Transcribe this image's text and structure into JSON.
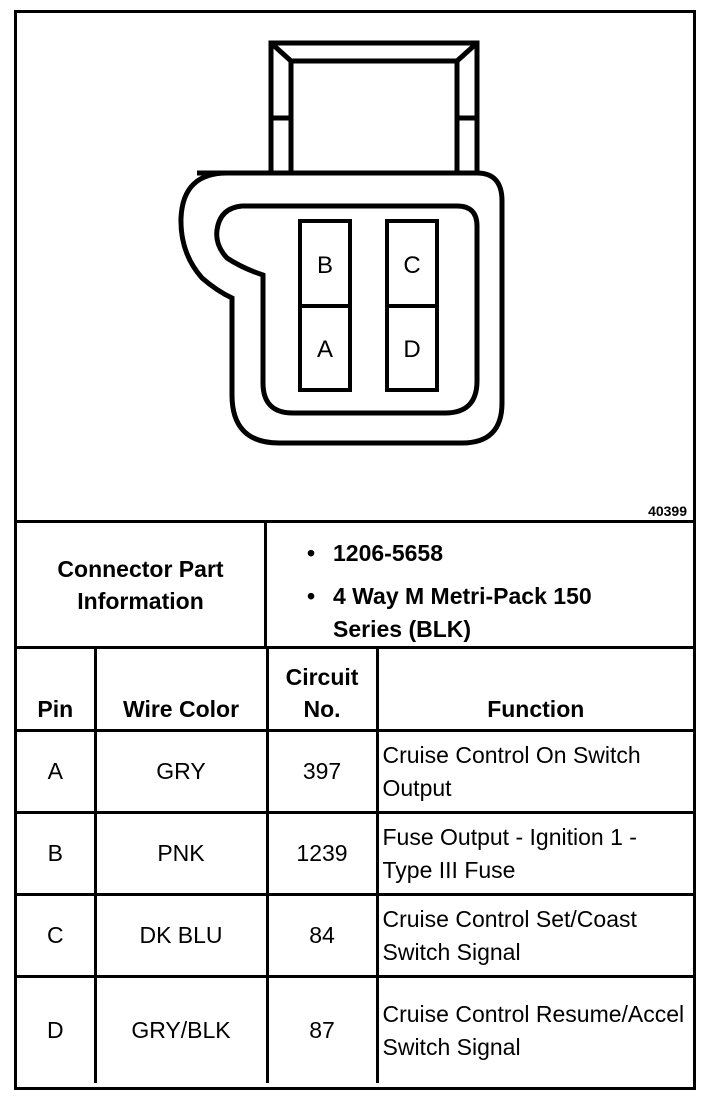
{
  "figure_number": "40399",
  "pins_drawn": [
    "B",
    "C",
    "A",
    "D"
  ],
  "connector_info": {
    "label": "Connector Part Information",
    "items": [
      "1206-5658",
      "4 Way M Metri-Pack 150 Series (BLK)"
    ]
  },
  "table": {
    "headers": [
      "Pin",
      "Wire Color",
      "Circuit No.",
      "Function"
    ],
    "rows": [
      {
        "pin": "A",
        "color": "GRY",
        "circuit": "397",
        "function": "Cruise Control On Switch Output"
      },
      {
        "pin": "B",
        "color": "PNK",
        "circuit": "1239",
        "function": "Fuse Output - Ignition 1 - Type III Fuse"
      },
      {
        "pin": "C",
        "color": "DK BLU",
        "circuit": "84",
        "function": "Cruise Control Set/Coast Switch Signal"
      },
      {
        "pin": "D",
        "color": "GRY/BLK",
        "circuit": "87",
        "function": "Cruise Control Resume/Accel Switch Signal"
      }
    ]
  }
}
